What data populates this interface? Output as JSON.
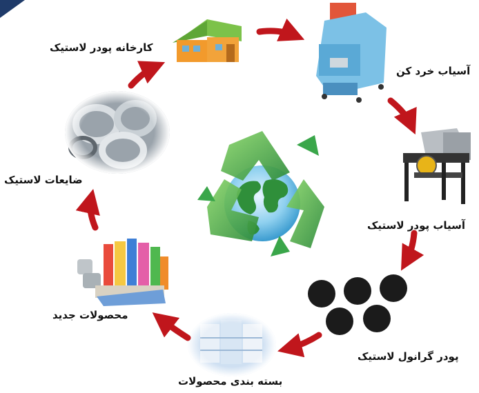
{
  "cycle": {
    "steps": [
      {
        "id": "factory",
        "label": "کارخانه پودر لاستیک",
        "icon": "house-icon"
      },
      {
        "id": "crusher",
        "label": "آسیاب خرد کن",
        "icon": "crusher-machine-icon"
      },
      {
        "id": "grinder",
        "label": "آسیاب پودر لاستیک",
        "icon": "grinder-machine-icon"
      },
      {
        "id": "granules",
        "label": "پودر گرانول لاستیک",
        "icon": "rubber-granules-icon"
      },
      {
        "id": "packaging",
        "label": "بسته بندی محصولات",
        "icon": "packaged-products-icon"
      },
      {
        "id": "new_products",
        "label": "محصولات جدید",
        "icon": "new-products-icon"
      },
      {
        "id": "scrap",
        "label": "ضایعات لاستیک",
        "icon": "scrap-tires-icon"
      }
    ],
    "center_icon": "recycle-globe-icon",
    "colors": {
      "arrow": "#c0161c",
      "recycle": "#3aa64a",
      "house_wall": "#f2a33a",
      "house_roof": "#7cc24a"
    }
  }
}
